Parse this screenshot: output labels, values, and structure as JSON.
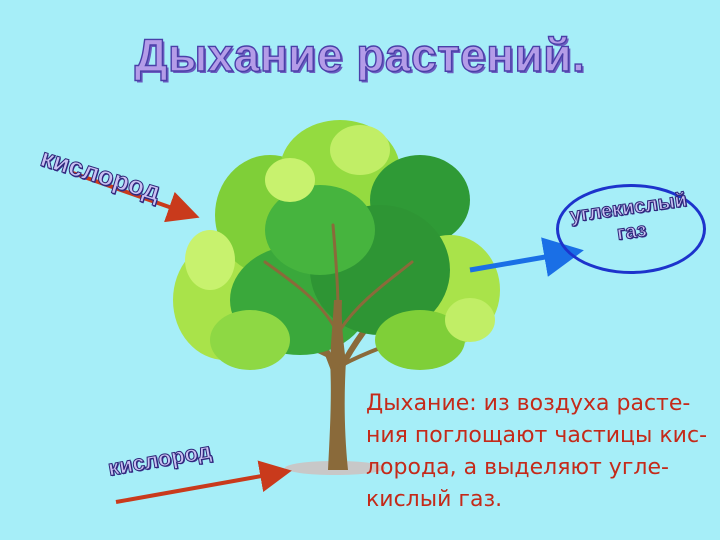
{
  "slide": {
    "title": "Дыхание растений.",
    "labels": {
      "oxygen_top": "кислород",
      "oxygen_bottom": "кислород",
      "carbon_dioxide": "углекислый газ"
    },
    "description": "Дыхание: из воздуха расте-ния поглощают частицы кис-лорода, а выделяют угле-кислый газ."
  },
  "colors": {
    "background": "#a6eef8",
    "description_text": "#c42a1a",
    "oxygen_arrow": "#c93a1c",
    "co2_arrow": "#1a6fe6",
    "co2_oval": "#1d33cc",
    "title_fill": "#b49ce8"
  },
  "icons": [
    "tree-icon"
  ]
}
